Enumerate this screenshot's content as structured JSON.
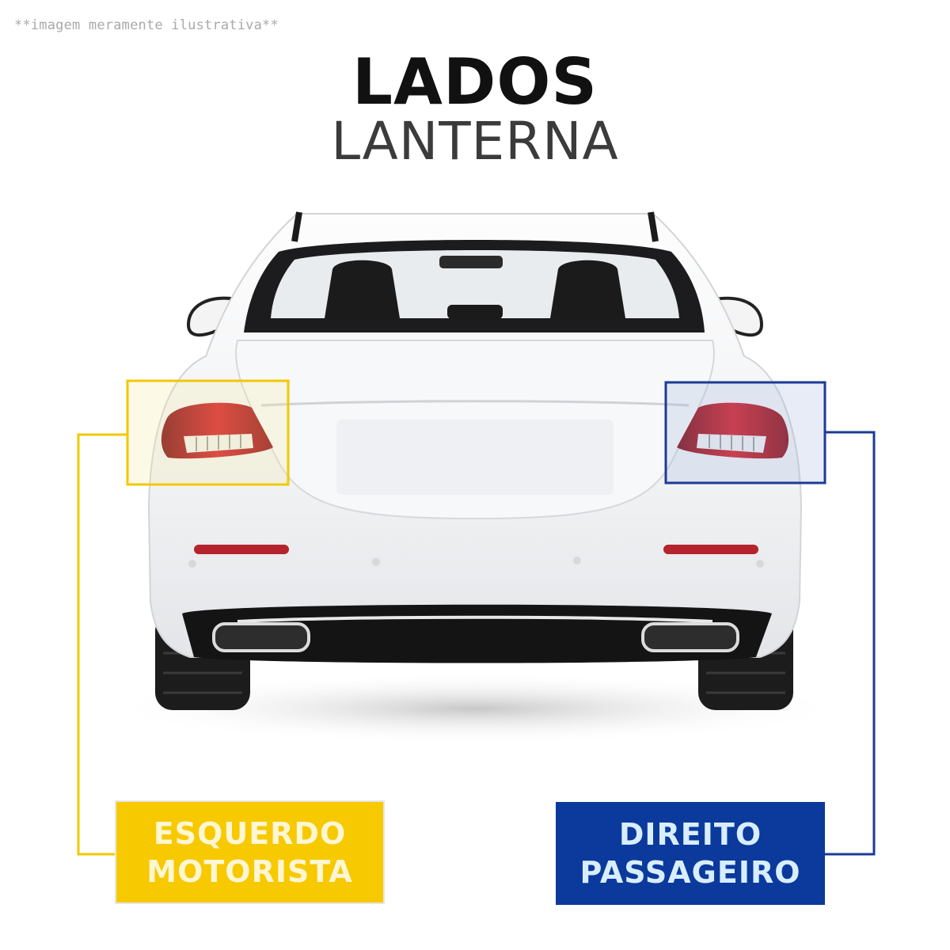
{
  "disclaimer": "**imagem meramente ilustrativa**",
  "heading": {
    "title": "LADOS",
    "subtitle": "LANTERNA"
  },
  "labels": {
    "left": {
      "line1": "ESQUERDO",
      "line2": "MOTORISTA"
    },
    "right": {
      "line1": "DIREITO",
      "line2": "PASSAGEIRO"
    }
  },
  "colors": {
    "left_accent": "#f7c900",
    "right_accent": "#0b3a9c",
    "taillight_red": "#c2101a"
  }
}
